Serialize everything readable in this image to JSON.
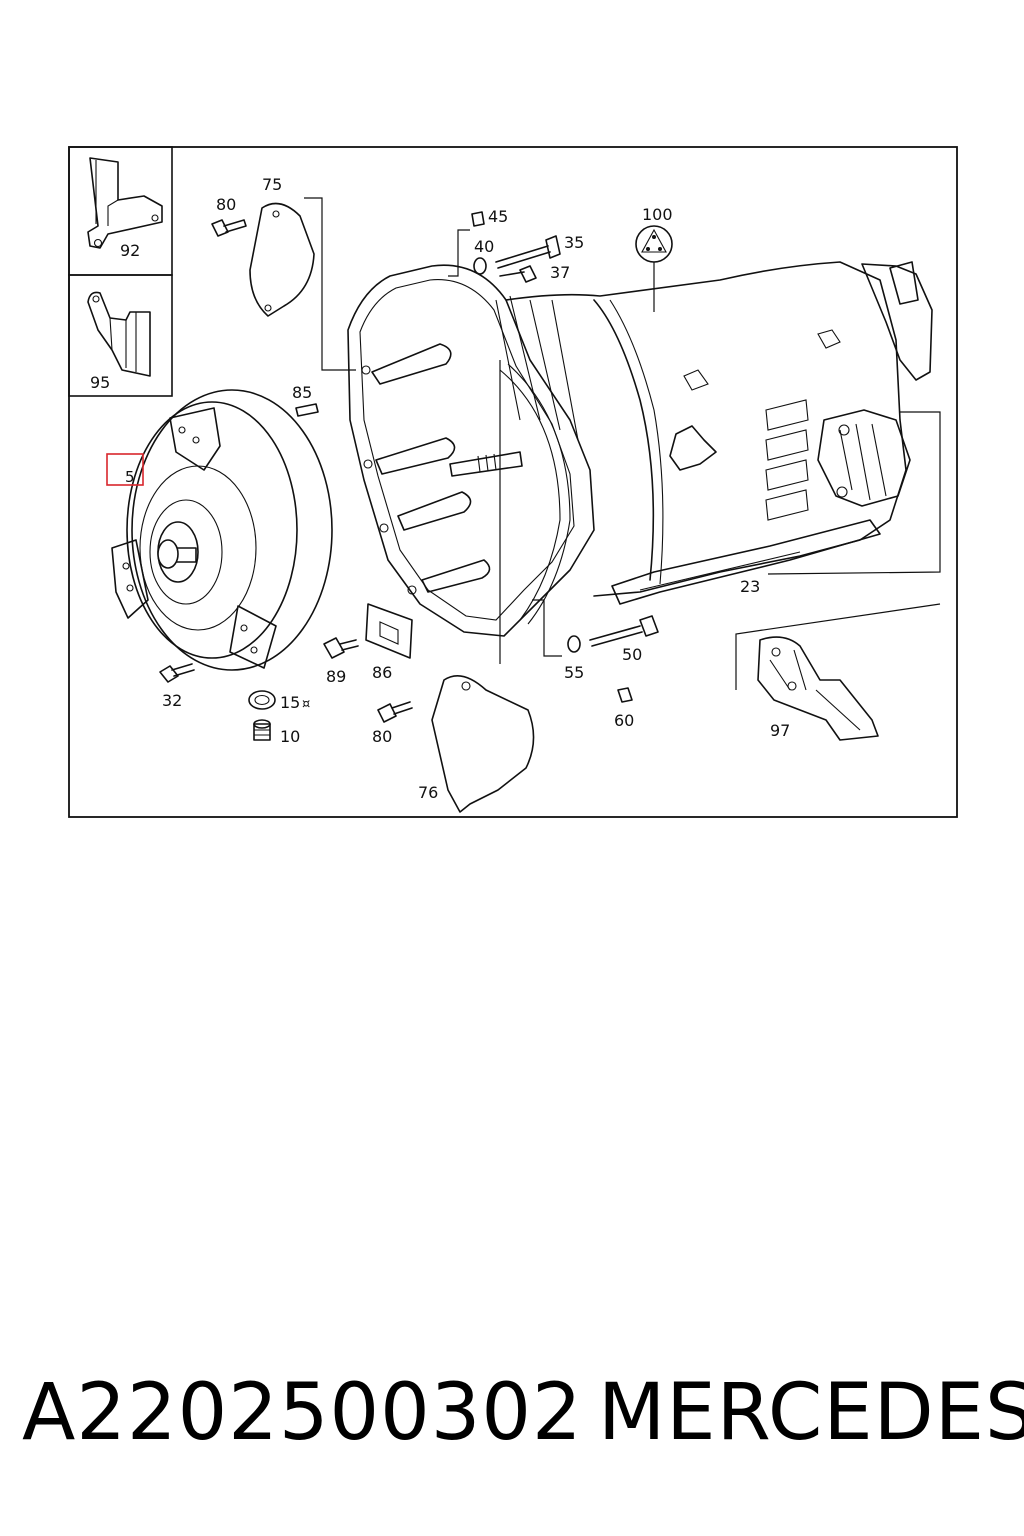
{
  "diagram": {
    "callouts": {
      "c92": "92",
      "c95": "95",
      "c5": "5",
      "c80a": "80",
      "c75": "75",
      "c85": "85",
      "c45": "45",
      "c40": "40",
      "c35": "35",
      "c37": "37",
      "c100": "100",
      "c23": "23",
      "c32": "32",
      "c15": "15",
      "c10": "10",
      "c89": "89",
      "c86": "86",
      "c80b": "80",
      "c76": "76",
      "c55": "55",
      "c50": "50",
      "c60": "60",
      "c97": "97"
    },
    "highlight_color": "#d9262c"
  },
  "caption": {
    "part_number": "A2202500302",
    "brand": "MERCEDES"
  }
}
